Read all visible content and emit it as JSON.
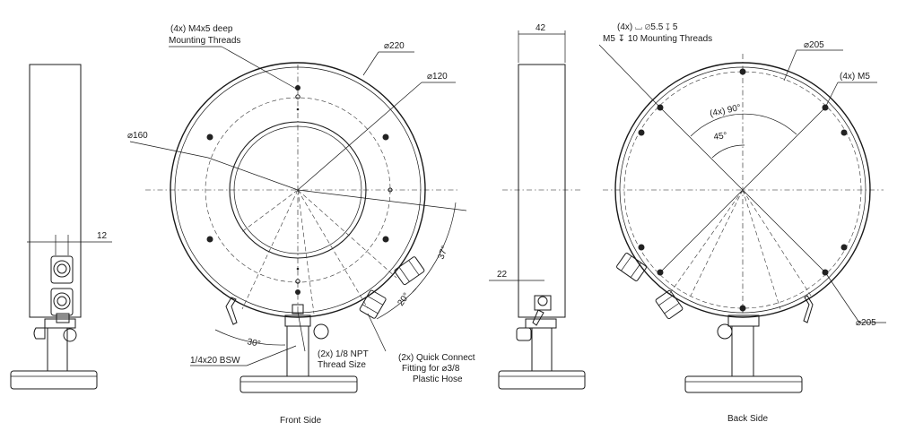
{
  "colors": {
    "ink": "#1a1a1a",
    "background": "#ffffff",
    "fill": "#f2f2f2"
  },
  "front_side": {
    "caption": "Front Side",
    "labels": {
      "mount_line1": "(4x) M4x5 deep",
      "mount_line2": "Mounting Threads",
      "dia_220": "220",
      "dia_120": "120",
      "dia_160": "160",
      "angle_37": "37°",
      "angle_20": "20°",
      "angle_30": "30°",
      "bsw": "1/4x20 BSW",
      "npt_line1": "(2x) 1/8 NPT",
      "npt_line2": "Thread Size",
      "qc_line1": "(2x) Quick Connect",
      "qc_line2": "Fitting for",
      "qc_dia": "3/8",
      "qc_line3": "Plastic Hose"
    }
  },
  "left_side": {
    "labels": {
      "dim_12": "12"
    }
  },
  "middle_side": {
    "labels": {
      "dim_42": "42",
      "dim_22": "22"
    }
  },
  "back_side": {
    "caption": "Back Side",
    "labels": {
      "cb_count": "(4x)",
      "cb_dia": "5.5",
      "cb_depth": "5",
      "m5_prefix": "M5",
      "m5_suffix": "10 Mounting Threads",
      "dia_205_top": "205",
      "m5_4x": "(4x) M5",
      "angle_90": "(4x) 90°",
      "angle_45": "45°",
      "dia_205_bottom": "205"
    }
  }
}
